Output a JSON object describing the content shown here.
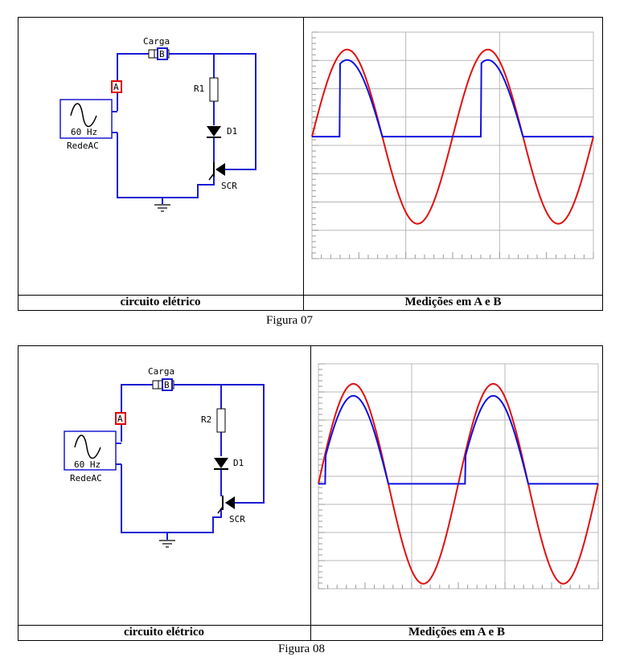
{
  "figures": [
    {
      "figure_label": "Figura 07",
      "left_caption": "circuito elétrico",
      "right_caption": "Medições em A e B",
      "circuit": {
        "source_freq": "60 Hz",
        "source_name": "RedeAC",
        "load_label": "Carga",
        "resistor_label": "R1",
        "diode_label": "D1",
        "scr_label": "SCR",
        "probe_a": "A",
        "probe_b": "B"
      }
    },
    {
      "figure_label": "Figura 08",
      "left_caption": "circuito elétrico",
      "right_caption": "Medições em A e B",
      "circuit": {
        "source_freq": "60 Hz",
        "source_name": "RedeAC",
        "load_label": "Carga",
        "resistor_label": "R2",
        "diode_label": "D1",
        "scr_label": "SCR",
        "probe_a": "A",
        "probe_b": "B"
      }
    }
  ],
  "chart_data": [
    {
      "type": "line",
      "x_range": [
        0,
        2
      ],
      "y_range": [
        -1.4,
        1.2
      ],
      "grid": true,
      "series": [
        {
          "color": "#e01010",
          "kind": "sine",
          "amplitude": 1.0
        },
        {
          "color": "#1010e0",
          "kind": "gated_half_wave",
          "amplitude": 0.88,
          "trigger_phase": 0.4
        }
      ]
    },
    {
      "type": "line",
      "x_range": [
        0,
        2
      ],
      "y_range": [
        -1.05,
        1.2
      ],
      "grid": true,
      "series": [
        {
          "color": "#e01010",
          "kind": "sine",
          "amplitude": 1.0
        },
        {
          "color": "#1010e0",
          "kind": "gated_half_wave",
          "amplitude": 0.88,
          "trigger_phase": 0.1
        }
      ]
    }
  ],
  "colors": {
    "wire": "#1a1ad4",
    "probe_a": "#e00000",
    "probe_b": "#1a1ad4",
    "red_trace": "#e01010",
    "blue_trace": "#1010e0",
    "grid": "#b8b8b8"
  }
}
